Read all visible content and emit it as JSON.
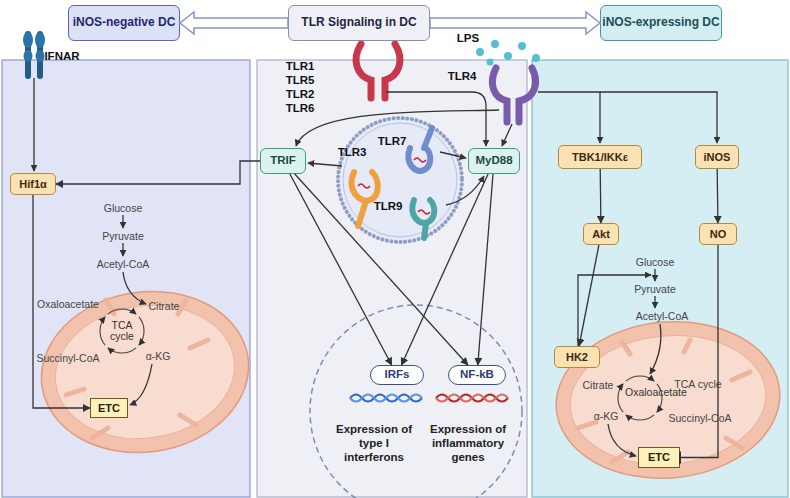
{
  "diagram": {
    "nodes": [
      {
        "text": [
          "iNOS-negative DC"
        ]
      },
      {
        "text": [
          "TLR Signaling in DC"
        ]
      },
      {
        "text": [
          "iNOS-expressing DC"
        ]
      },
      {
        "text": [
          "Hif1α"
        ]
      },
      {
        "text": [
          "TRIF"
        ]
      },
      {
        "text": [
          "MyD88"
        ]
      },
      {
        "text": [
          "TBK1/IKKε"
        ]
      },
      {
        "text": [
          "iNOS"
        ]
      },
      {
        "text": [
          "Akt"
        ]
      },
      {
        "text": [
          "NO"
        ]
      },
      {
        "text": [
          "HK2"
        ]
      },
      {
        "text": [
          "Expression of type I interferons",
          "Expression of inflammatory genes"
        ]
      },
      {
        "text": [
          "IRFs"
        ],
        "in": 11
      },
      {
        "text": [
          "NF-kB"
        ],
        "in": 11
      },
      {
        "text": [
          "ETC"
        ]
      },
      {
        "text": [
          "ETC"
        ]
      }
    ],
    "edges": [
      {
        "from": 1,
        "to": 0,
        "arrow": "to"
      },
      {
        "from": 1,
        "to": 2,
        "arrow": "to"
      },
      {
        "from": 4,
        "to": 3,
        "arrow": "to"
      },
      {
        "from": 4,
        "to": 12,
        "arrow": "to"
      },
      {
        "from": 4,
        "to": 13,
        "arrow": "to"
      },
      {
        "from": 5,
        "to": 12,
        "arrow": "to"
      },
      {
        "from": 5,
        "to": 13,
        "arrow": "to"
      },
      {
        "from": 3,
        "to": 14,
        "arrow": "to"
      },
      {
        "from": 6,
        "to": 8,
        "arrow": "to"
      },
      {
        "from": 7,
        "to": 9,
        "arrow": "to"
      },
      {
        "from": 8,
        "to": 10,
        "arrow": "to"
      },
      {
        "from": 9,
        "to": 15,
        "arrow": "to"
      }
    ],
    "labels": [
      "IFNAR",
      "TLR1",
      "TLR5",
      "TLR2",
      "TLR6",
      "LPS",
      "TLR4",
      "TLR3",
      "TLR7",
      "TLR9",
      "Glucose",
      "Pyruvate",
      "Acetyl-CoA",
      "Oxaloacetate",
      "Citrate",
      "TCA cycle",
      "Succinyl-CoA",
      "α-KG",
      "Glucose",
      "Pyruvate",
      "Acetyl-CoA",
      "Citrate",
      "TCA cycle",
      "Oxaloacetate",
      "α-KG",
      "Succinyl-CoA"
    ]
  }
}
